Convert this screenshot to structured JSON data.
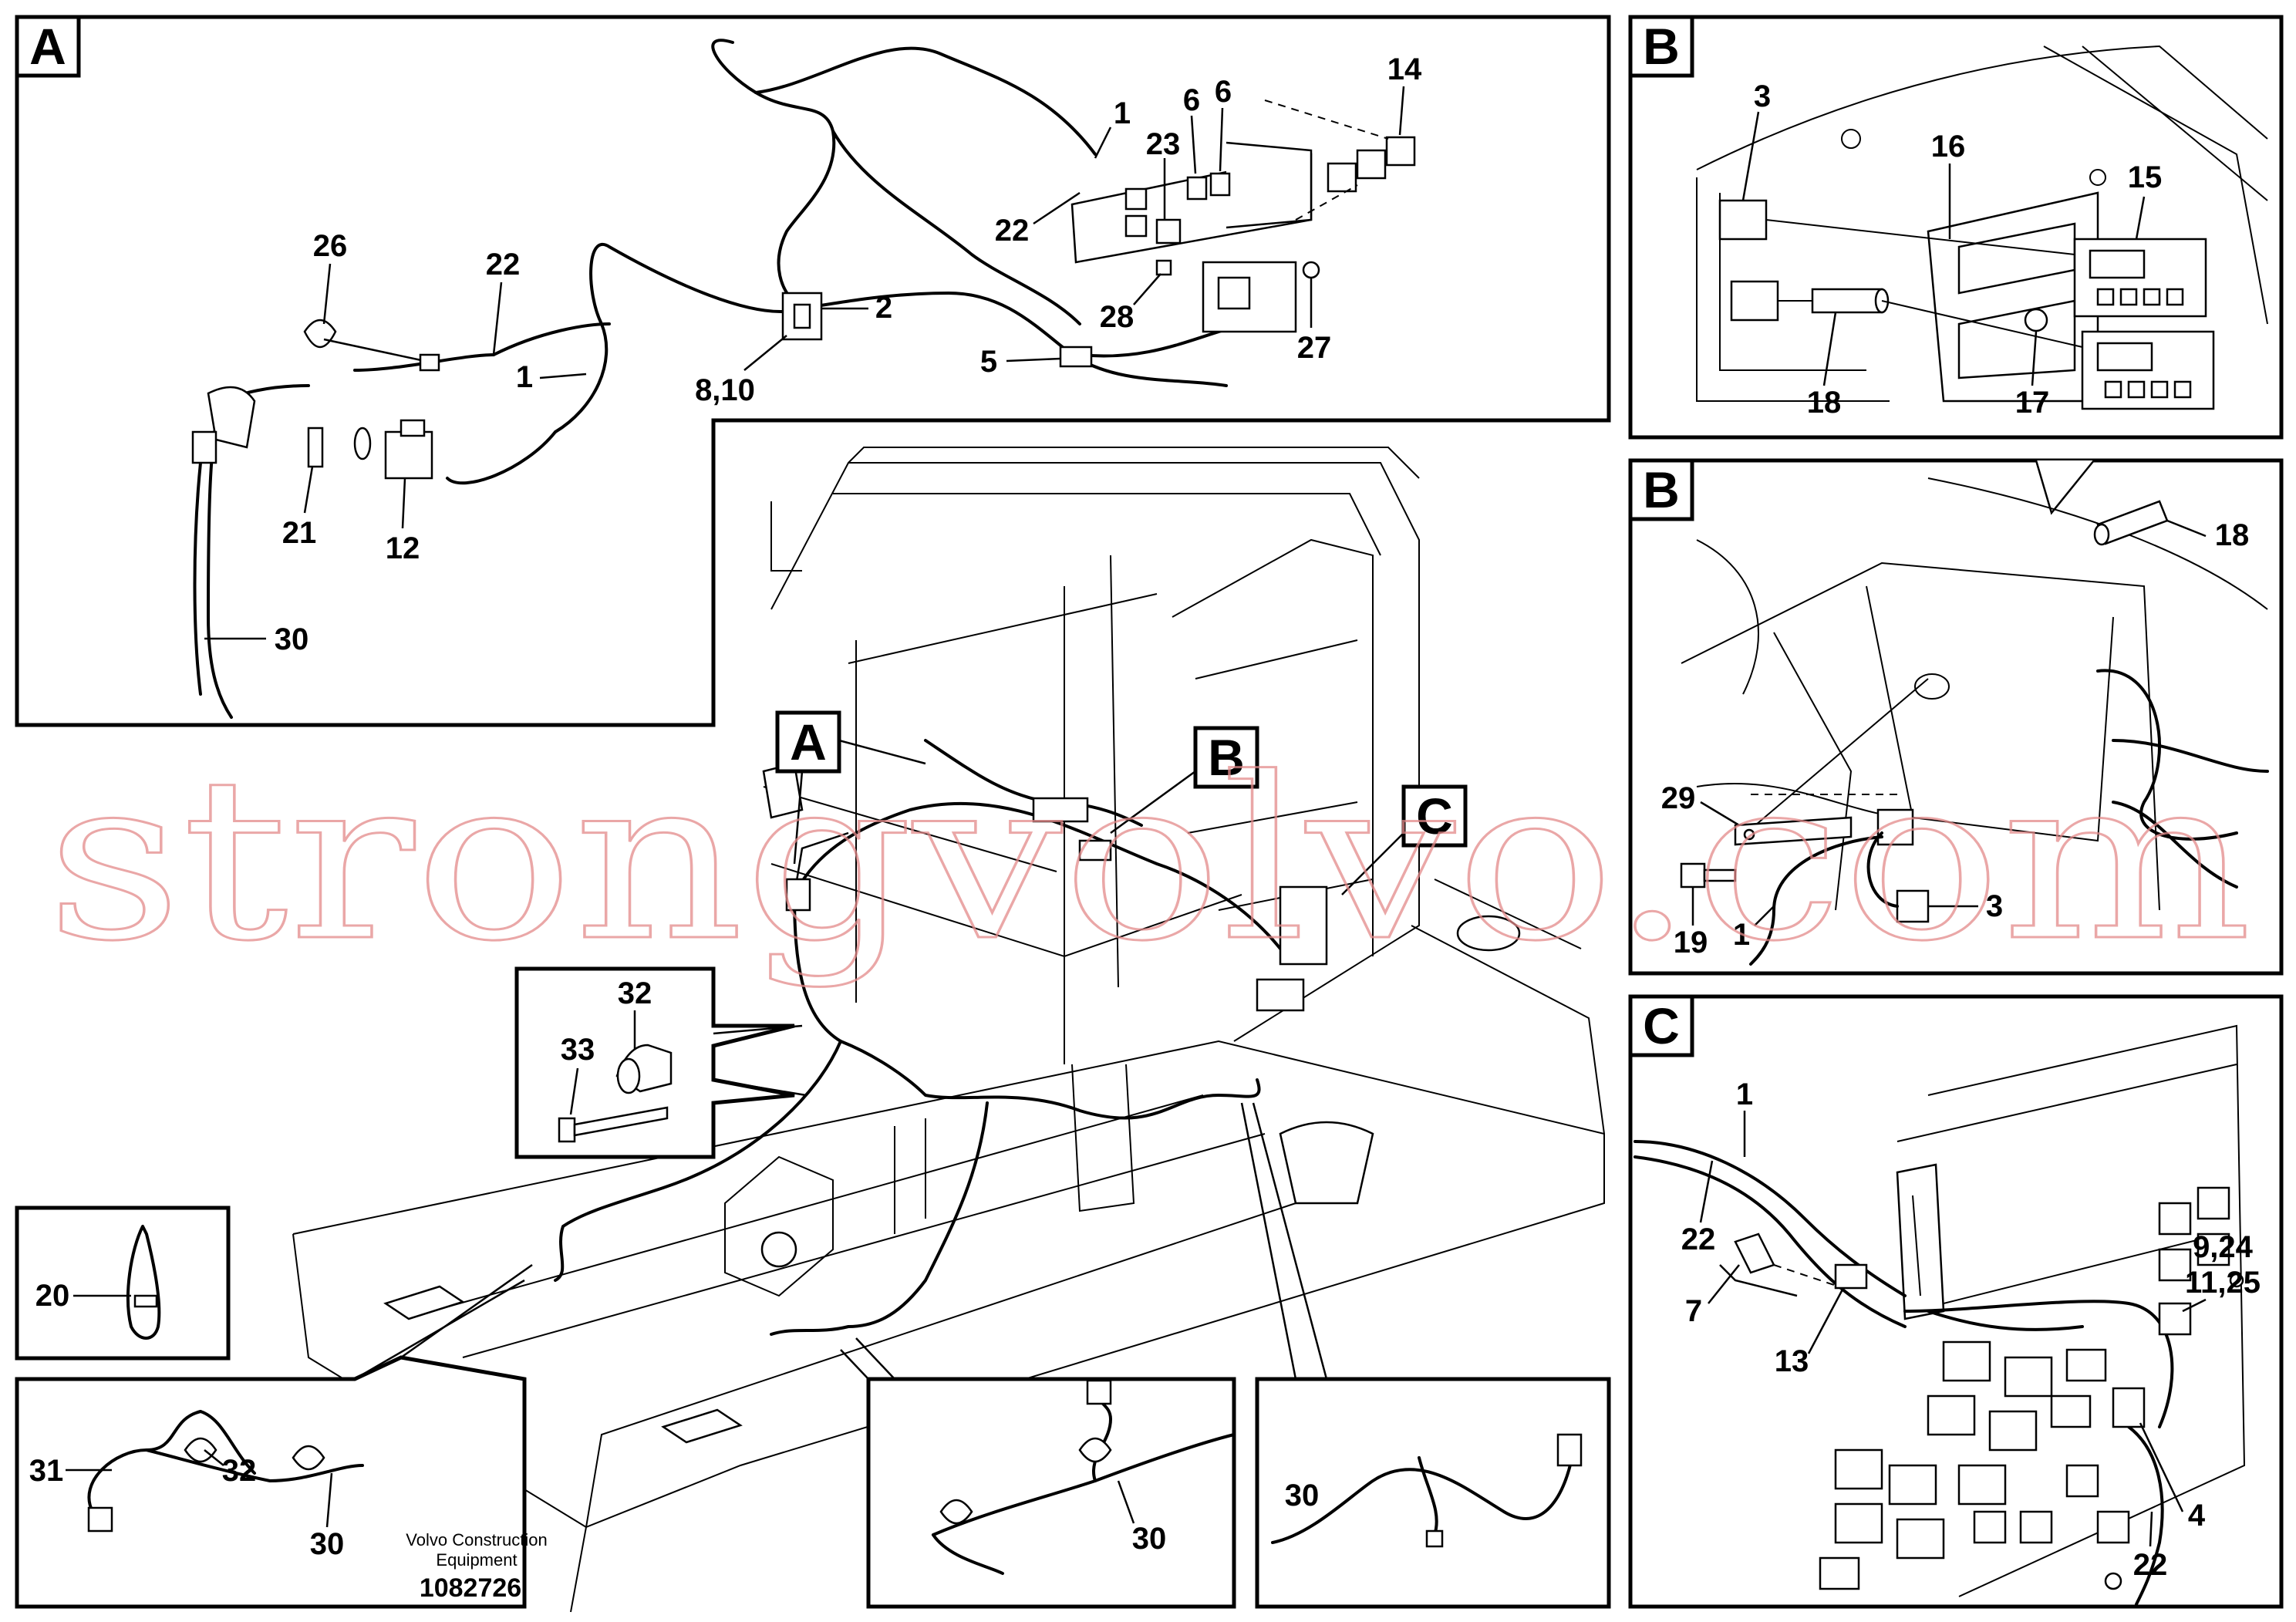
{
  "watermark": "strongvolvo.com",
  "caption": {
    "line1": "Volvo Construction",
    "line2": "Equipment",
    "number": "1082726"
  },
  "panels": {
    "a_top": "A",
    "b_top": "B",
    "b_mid": "B",
    "c_right": "C"
  },
  "callouts": {
    "main_a": "A",
    "main_b": "B",
    "main_c": "C"
  },
  "labels_a": {
    "p1a": "1",
    "p22a": "22",
    "p23": "23",
    "p6a": "6",
    "p6b": "6",
    "p14": "14",
    "p26": "26",
    "p22b": "22",
    "p2": "2",
    "p28": "28",
    "p27": "27",
    "p1b": "1",
    "p8_10": "8,10",
    "p5": "5",
    "p21": "21",
    "p12": "12",
    "p30": "30"
  },
  "labels_b1": {
    "p3": "3",
    "p16": "16",
    "p15": "15",
    "p18": "18",
    "p17": "17"
  },
  "labels_b2": {
    "p18": "18",
    "p29": "29",
    "p19": "19",
    "p1": "1",
    "p3": "3"
  },
  "labels_c": {
    "p1": "1",
    "p22a": "22",
    "p7": "7",
    "p13": "13",
    "p9_24": "9,24",
    "p11_25": "11,25",
    "p4": "4",
    "p22b": "22"
  },
  "labels_detail": {
    "p32a": "32",
    "p33": "33",
    "p20": "20",
    "p31": "31",
    "p32b": "32",
    "p30a": "30",
    "p30b": "30",
    "p30c": "30"
  }
}
